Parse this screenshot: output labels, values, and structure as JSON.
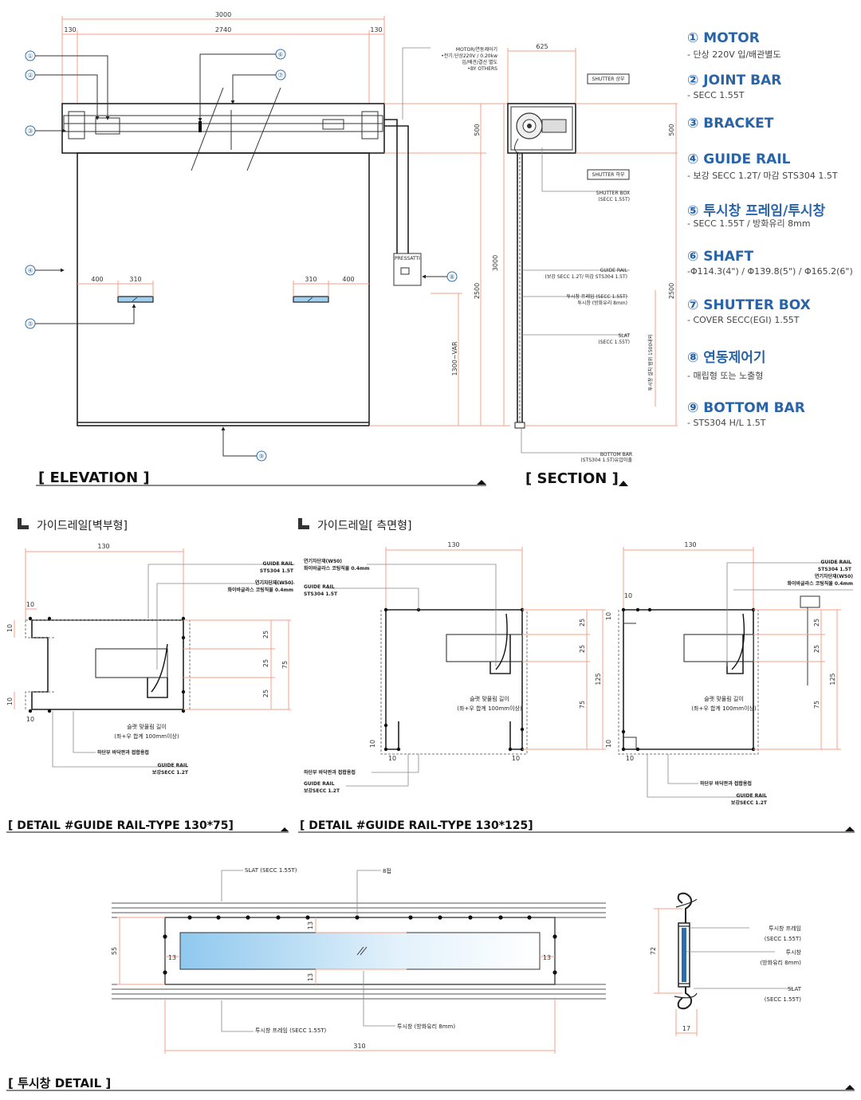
{
  "legend": [
    {
      "title": "① MOTOR",
      "desc": "- 단상 220V 입/배관별도"
    },
    {
      "title": "② JOINT BAR",
      "desc": "- SECC 1.55T"
    },
    {
      "title": "③ BRACKET",
      "desc": ""
    },
    {
      "title": "④ GUIDE RAIL",
      "desc": "- 보강 SECC 1.2T/ 마감 STS304 1.5T"
    },
    {
      "title": "⑤ 투시창 프레임/투시창",
      "desc": "- SECC 1.55T / 방화유리 8mm"
    },
    {
      "title": "⑥ SHAFT",
      "desc": "-Φ114.3(4\") / Φ139.8(5\") / Φ165.2(6\")"
    },
    {
      "title": "⑦ SHUTTER BOX",
      "desc": "- COVER SECC(EGI) 1.55T"
    },
    {
      "title": "⑧ 연동제어기",
      "desc": "- 매립형 또는 노출형"
    },
    {
      "title": "⑨ BOTTOM BAR",
      "desc": "- STS304 H/L 1.5T"
    }
  ],
  "elevation": {
    "title": "[ ELEVATION ]",
    "dims": {
      "total": "3000",
      "side_l": "130",
      "inner": "2740",
      "side_r": "130",
      "d400a": "400",
      "d310a": "310",
      "d310b": "310",
      "d400b": "400",
      "h500": "500",
      "h3000": "3000",
      "h2500": "2500",
      "h1300": "1300~VAR"
    },
    "motor_note": [
      "MOTOR/연동제어기",
      "•전기:단상220V / 0.20kw",
      "입/배관/결선 별도",
      "•BY OTHERS"
    ],
    "controller_label": "PRESSATTI",
    "callouts": [
      "①",
      "②",
      "③",
      "④",
      "⑤",
      "⑥",
      "⑦",
      "⑧",
      "⑨"
    ]
  },
  "section": {
    "title": "[ SECTION ]",
    "dims": {
      "w625": "625",
      "h500": "500",
      "h2500": "2500"
    },
    "tag_top": "SHUTTER 상부",
    "tag_bottom": "SHUTTER 하부",
    "notes": {
      "box": [
        "SHUTTER BOX",
        "(SECC 1.55T)"
      ],
      "rail": [
        "GUIDE RAIL",
        "(보강 SECC 1.2T/ 마감 STS304 1.5T)"
      ],
      "window": [
        "투시창 프레임 (SECC 1.55T)",
        "투시창 (방화유리 8mm)"
      ],
      "slat": [
        "SLAT",
        "(SECC 1.55T)"
      ],
      "bottom": [
        "BOTTOM BAR",
        "(STS304 1.5T)유압미출"
      ]
    },
    "window_range": "투시창 설치 범위 1500내외"
  },
  "rail_wall": {
    "heading": "가이드레일[벽부형]",
    "title": "[ DETAIL #GUIDE RAIL-TYPE 130*75]",
    "dims": {
      "w": "130",
      "a": "10",
      "b": "10",
      "c": "10",
      "d25a": "25",
      "d25b": "25",
      "d25c": "25",
      "h75": "75"
    },
    "notes": {
      "rail": [
        "GUIDE RAIL",
        "STS304 1.5T"
      ],
      "smoke": [
        "연기차단재(W50)",
        "화이바글라스 코팅직물 0.4mm"
      ],
      "overlap": [
        "슬랫 맞물림 길이",
        "(좌+우 합계 100mm이상)"
      ],
      "weld": "하단부 바닥판과 접합용접",
      "reinf": [
        "GUIDE RAIL",
        "보강SECC 1.2T"
      ]
    }
  },
  "rail_side": {
    "heading": "가이드레일[ 측면형]",
    "title": "[ DETAIL #GUIDE RAIL-TYPE 130*125]",
    "dims": {
      "w1": "130",
      "w2": "130",
      "d25a": "25",
      "d25b": "25",
      "d75": "75",
      "h125": "125",
      "d10": "10",
      "d25c": "25",
      "d25d": "25",
      "d75b": "75",
      "h125b": "125"
    },
    "notes": {
      "smoke": [
        "연기차단재(W50)",
        "화이바글라스 코팅직물 0.4mm"
      ],
      "rail": [
        "GUIDE RAIL",
        "STS304 1.5T"
      ],
      "overlap": [
        "슬랫 맞물림 길이",
        "(좌+우 합계 100mm이상)"
      ],
      "weld": "하단부 바닥판과 접합용접",
      "reinf": [
        "GUIDE RAIL",
        "보강SECC 1.2T"
      ]
    }
  },
  "window_detail": {
    "title": "[ 투시창 DETAIL ]",
    "dims": {
      "w310": "310",
      "h55": "55",
      "m13a": "13",
      "m13b": "13",
      "m13c": "13",
      "m13d": "13",
      "h72": "72",
      "w17": "17"
    },
    "notes": {
      "slat": "SLAT (SECC 1.55T)",
      "weld": "8접",
      "frame": "투시창 프레임 (SECC 1.55T)",
      "glass": "투시창 (방화유리 8mm)",
      "frame2": [
        "투시창 프레임",
        "(SECC 1.55T)"
      ],
      "glass2": [
        "투시창",
        "(방화유리 8mm)"
      ],
      "slat2": [
        "SLAT",
        "(SECC 1.55T)"
      ]
    }
  }
}
